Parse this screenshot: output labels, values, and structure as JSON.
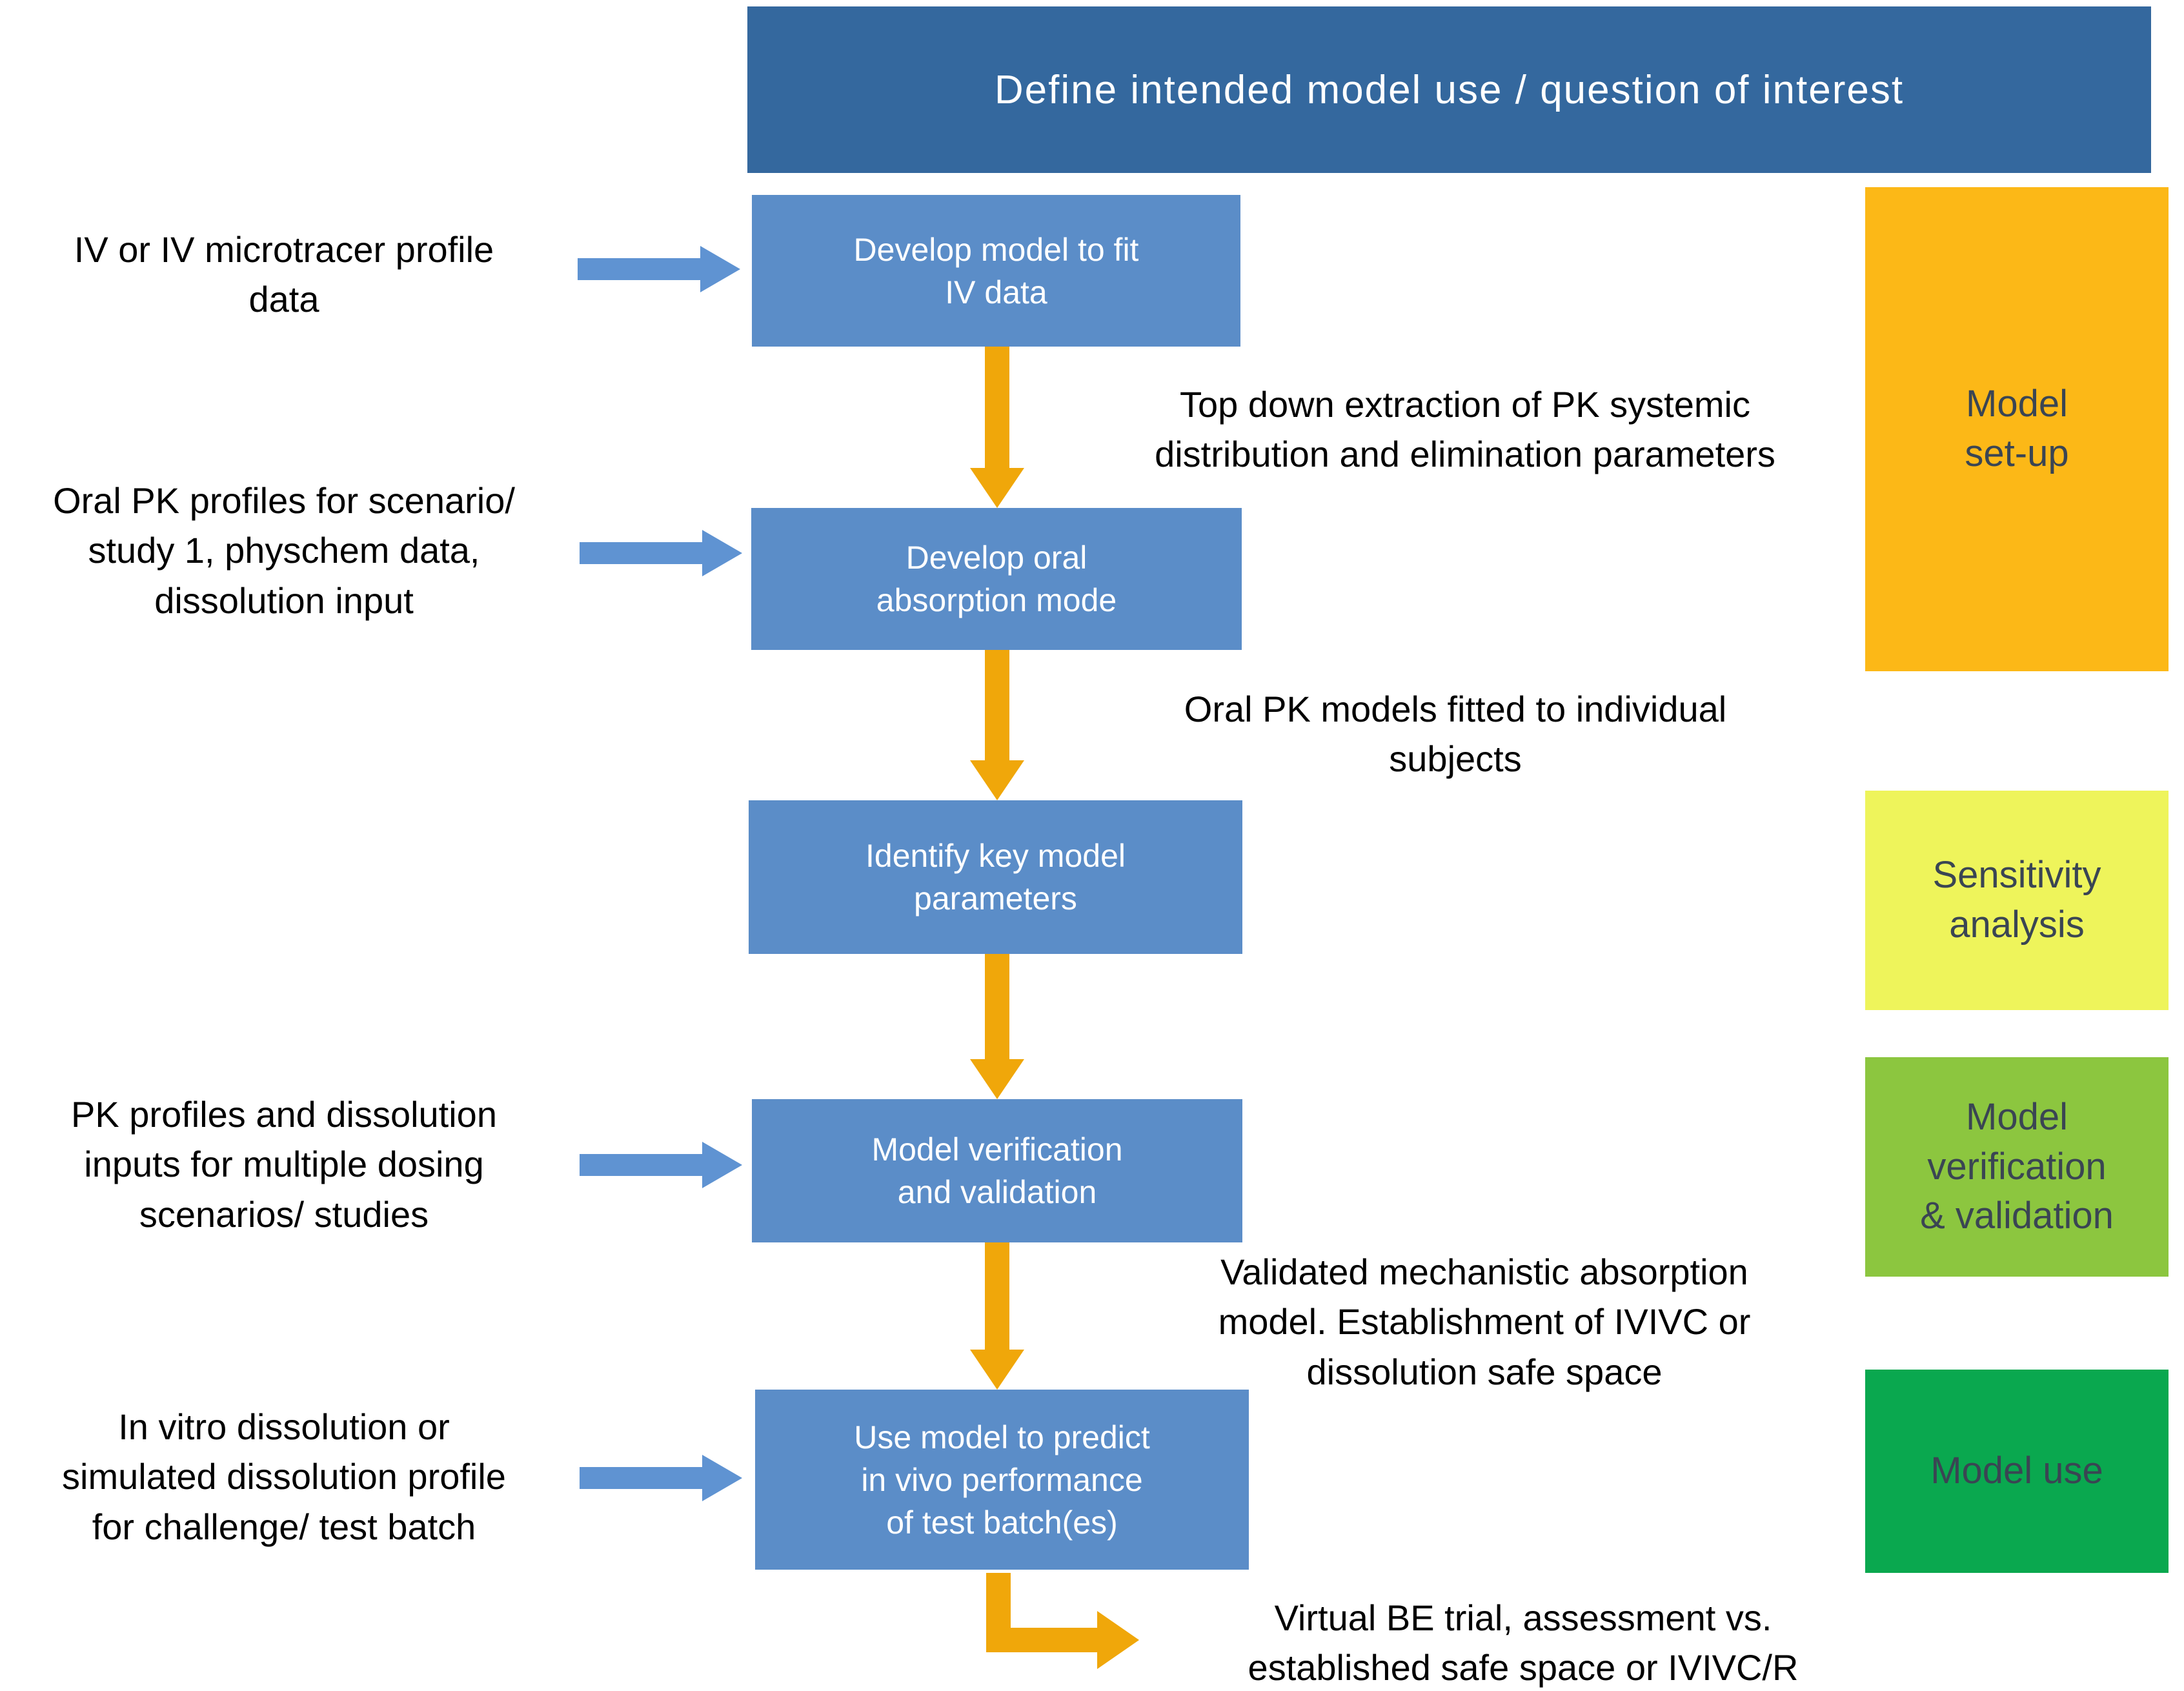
{
  "header": {
    "title": "Define intended model use / question of interest"
  },
  "colors": {
    "header_blue": "#34689E",
    "process_blue": "#5B8DC8",
    "arrow_gold": "#F0A70A",
    "arrow_blue": "#5F93D2",
    "setup_orange": "#FCB817",
    "sensitivity_yellow": "#EEF45B",
    "verification_green": "#8CC63F",
    "use_green": "#0AA84F",
    "stage_text": "#3A4553",
    "process_text": "#FFFFFF",
    "label_text": "#000000"
  },
  "process_boxes": [
    {
      "text": "Develop model to fit\nIV data"
    },
    {
      "text": "Develop oral\nabsorption mode"
    },
    {
      "text": "Identify key model\nparameters"
    },
    {
      "text": "Model verification\nand validation"
    },
    {
      "text": "Use model to predict\nin vivo performance\nof test batch(es)"
    }
  ],
  "input_labels": [
    {
      "text": "IV or IV microtracer profile\ndata"
    },
    {
      "text": "Oral PK profiles for scenario/\nstudy 1, physchem data,\ndissolution input"
    },
    {
      "text": "PK profiles and dissolution\ninputs for multiple dosing\nscenarios/ studies"
    },
    {
      "text": "In vitro dissolution or\nsimulated dissolution profile\nfor challenge/ test batch"
    }
  ],
  "annotations": [
    {
      "text": "Top down extraction of PK systemic\ndistribution and elimination parameters"
    },
    {
      "text": "Oral PK models fitted to individual\nsubjects"
    },
    {
      "text": "Validated mechanistic absorption\nmodel.  Establishment of IVIVC or\ndissolution safe space"
    },
    {
      "text": "Virtual BE trial, assessment vs.\nestablished safe space or IVIVC/R"
    }
  ],
  "stages": [
    {
      "text": "Model\nset-up"
    },
    {
      "text": "Sensitivity\nanalysis"
    },
    {
      "text": "Model\nverification\n& validation"
    },
    {
      "text": "Model use"
    }
  ]
}
